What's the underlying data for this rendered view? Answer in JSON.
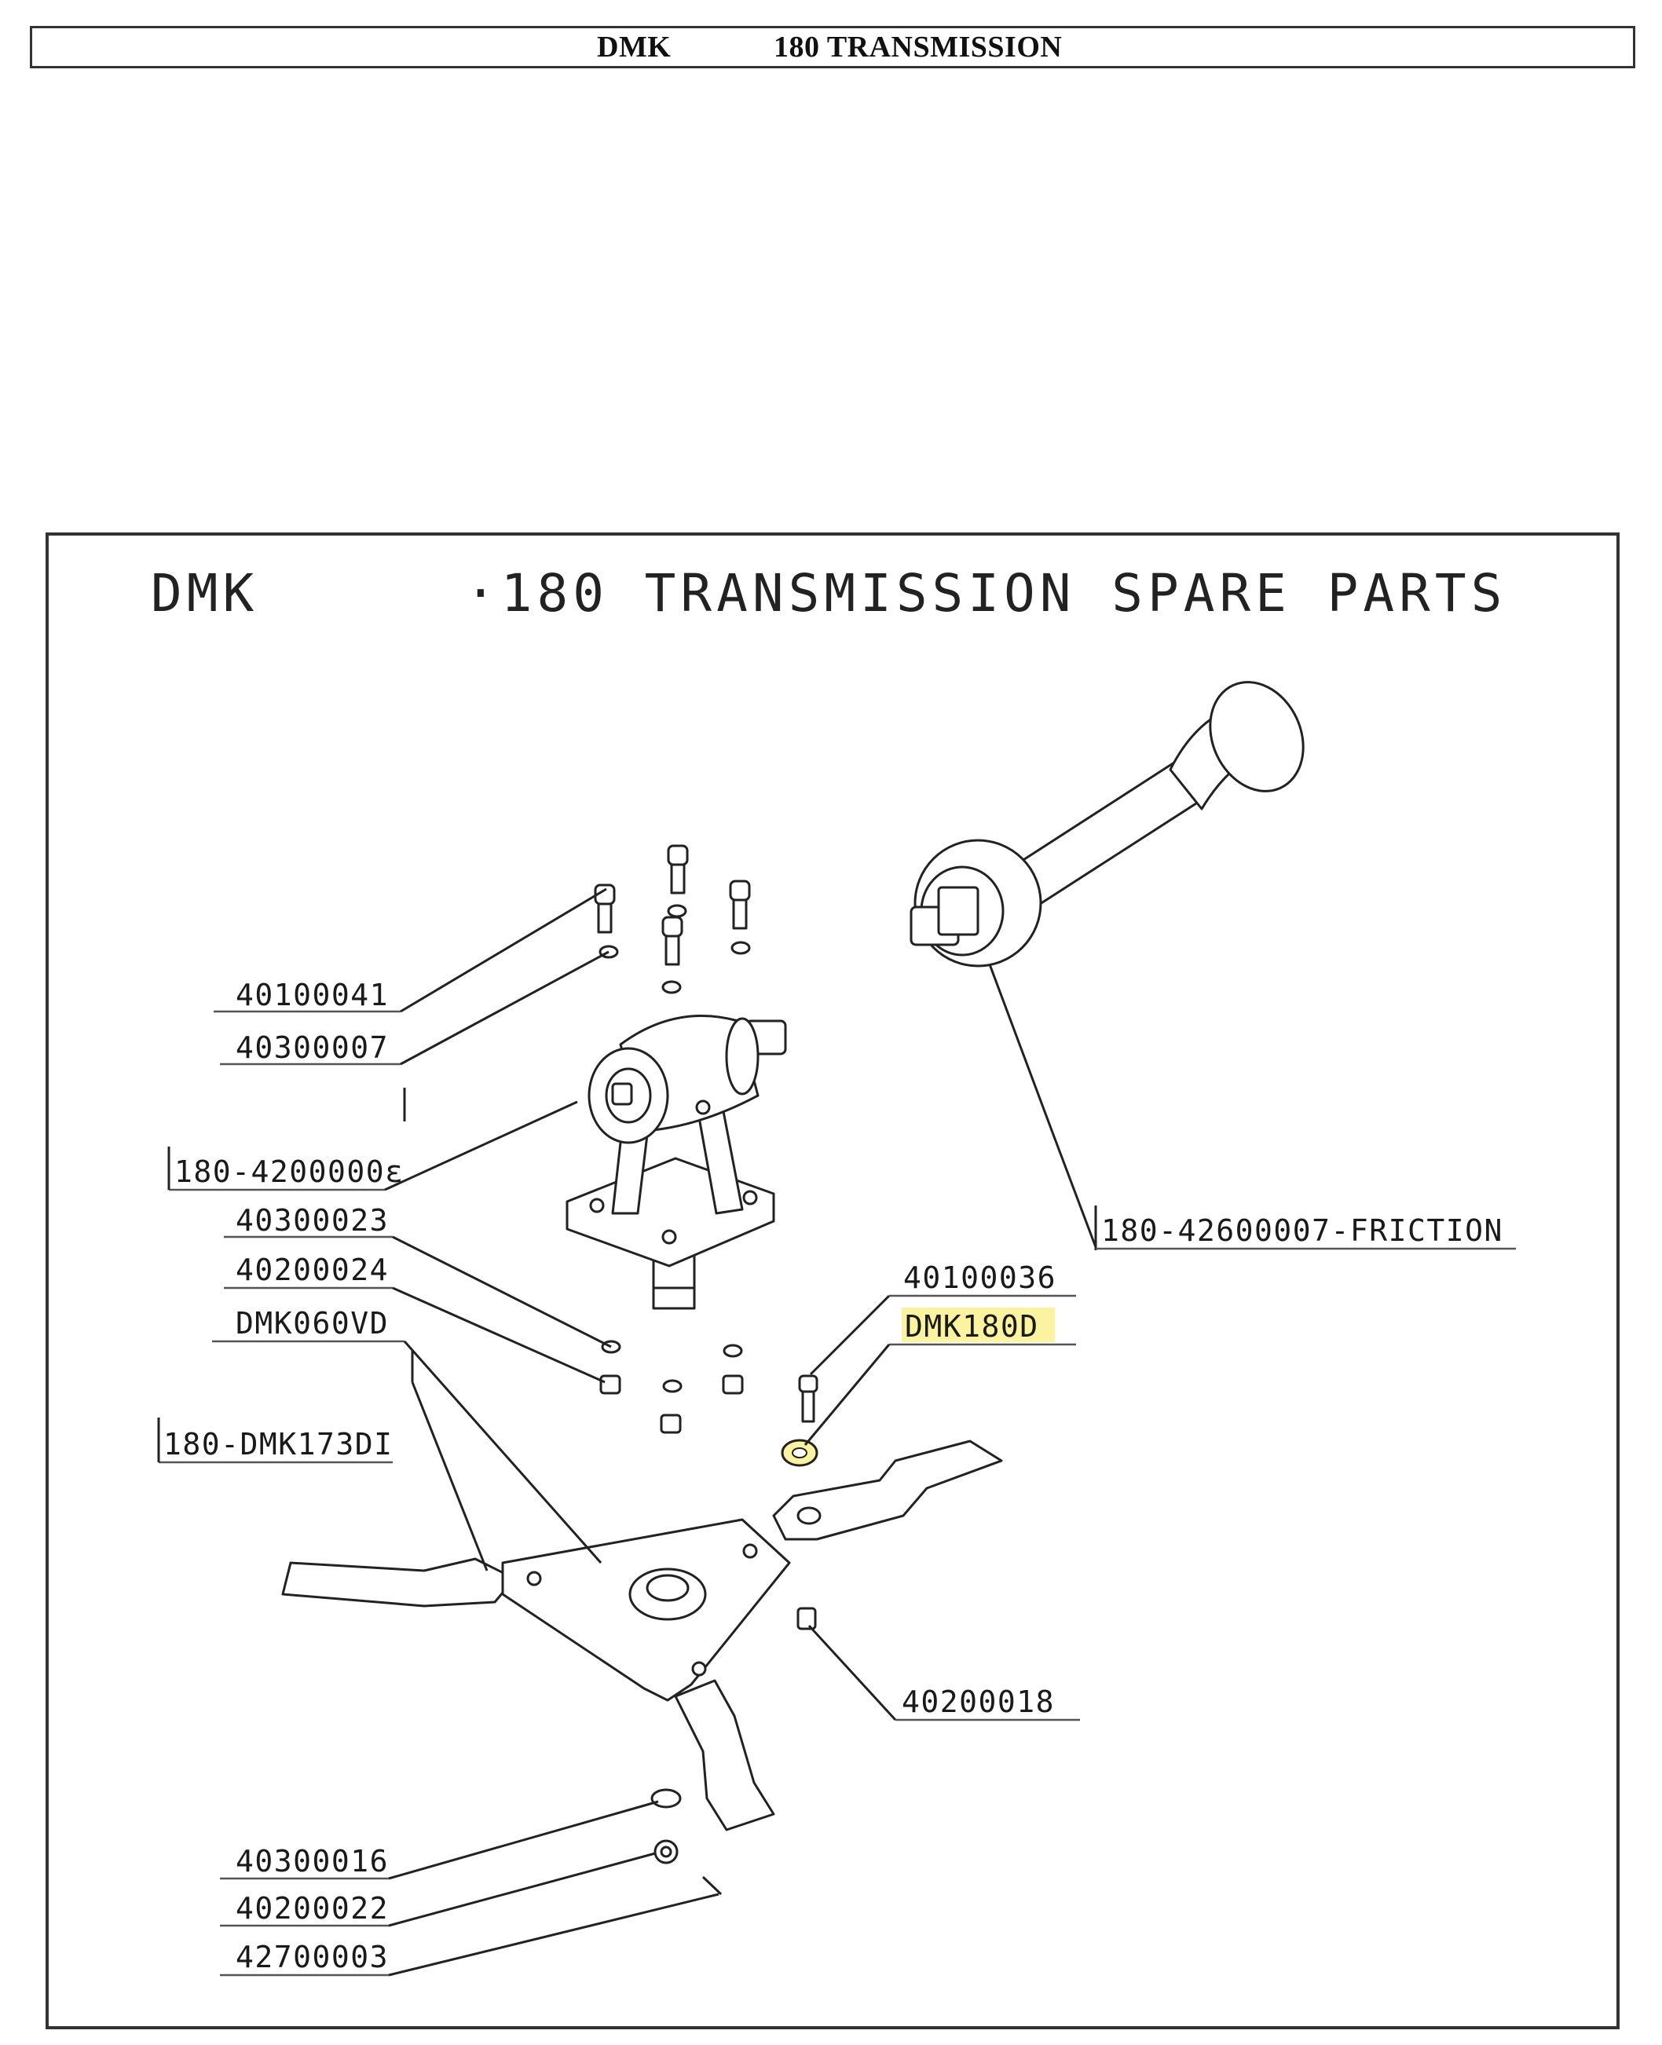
{
  "header": {
    "left": "DMK",
    "right": "180 TRANSMISSION"
  },
  "drawing": {
    "title_left": "DMK",
    "title_right": "·180 TRANSMISSION SPARE PARTS",
    "labels": {
      "p40100041": "40100041",
      "p40300007": "40300007",
      "p180_42000008": "180-4200000ε",
      "p40300023": "40300023",
      "p40200024": "40200024",
      "pDMK060VD": "DMK060VD",
      "p180_DMK173DI": "180-DMK173DI",
      "p40100036": "40100036",
      "pDMK180D": "DMK180D",
      "p180_42600007": "180-42600007-FRICTION",
      "p40200018": "40200018",
      "p40300016": "40300016",
      "p40200022": "40200022",
      "p42700003": "42700003"
    },
    "highlight_color": "#fbf3a0"
  }
}
